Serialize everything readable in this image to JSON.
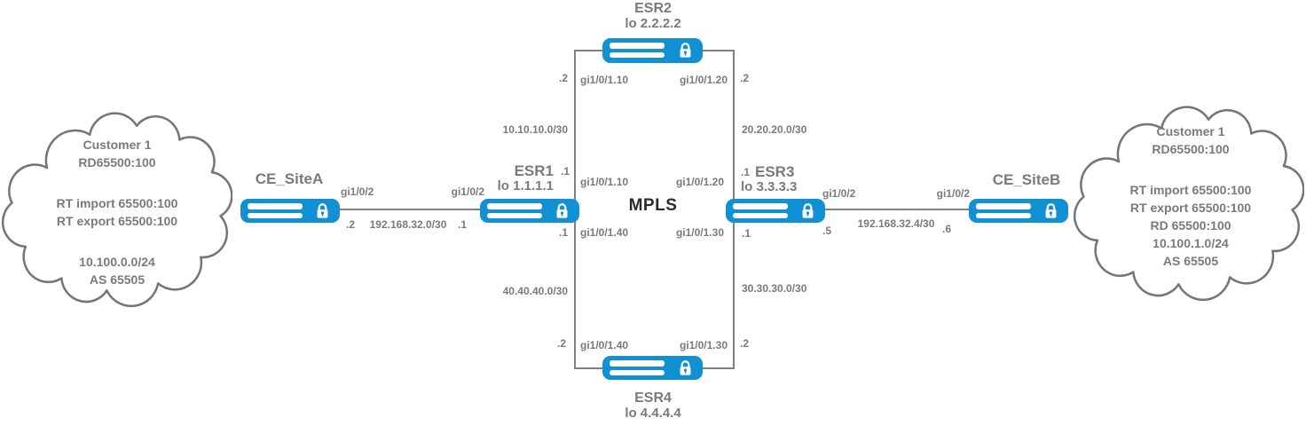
{
  "colors": {
    "router_blue": "#1191D4",
    "line_grey": "#808080",
    "text_grey": "#7a7a7a",
    "core_text": "#2b2b2b",
    "cloud_stroke": "#757575"
  },
  "core_label": "MPLS",
  "clouds": {
    "left": {
      "lines": [
        "Customer 1",
        "RD65500:100",
        "",
        "RT import 65500:100",
        "RT export 65500:100",
        "",
        "10.100.0.0/24",
        "AS 65505"
      ]
    },
    "right": {
      "lines": [
        "Customer 1",
        "RD65500:100",
        "",
        "RT import 65500:100",
        "RT export 65500:100",
        "RD 65500:100",
        "10.100.1.0/24",
        "AS 65505"
      ]
    }
  },
  "routers": {
    "ce_site_a": {
      "name": "CE_SiteA"
    },
    "ce_site_b": {
      "name": "CE_SiteB"
    },
    "esr1": {
      "name": "ESR1",
      "loopback": "lo 1.1.1.1"
    },
    "esr2": {
      "name": "ESR2",
      "loopback": "lo 2.2.2.2"
    },
    "esr3": {
      "name": "ESR3",
      "loopback": "lo 3.3.3.3"
    },
    "esr4": {
      "name": "ESR4",
      "loopback": "lo 4.4.4.4"
    }
  },
  "links": {
    "ce_a_esr1": {
      "iface_ce": "gi1/0/2",
      "iface_esr": "gi1/0/2",
      "ip_ce": ".2",
      "subnet": "192.168.32.0/30",
      "ip_esr": ".1"
    },
    "esr3_ce_b": {
      "iface_esr": "gi1/0/2",
      "iface_ce": "gi1/0/2",
      "ip_esr": ".5",
      "subnet": "192.168.32.4/30",
      "ip_ce": ".6"
    },
    "esr1_esr2": {
      "subnet": "10.10.10.0/30",
      "iface_esr1": "gi1/0/1.10",
      "ip_esr1": ".1",
      "iface_esr2": "gi1/0/1.10",
      "ip_esr2": ".2"
    },
    "esr2_esr3": {
      "subnet": "20.20.20.0/30",
      "iface_esr2": "gi1/0/1.20",
      "ip_esr2": ".2",
      "iface_esr3": "gi1/0/1.20",
      "ip_esr3": ".1"
    },
    "esr1_esr4": {
      "subnet": "40.40.40.0/30",
      "iface_esr1": "gi1/0/1.40",
      "ip_esr1": ".1",
      "iface_esr4": "gi1/0/1.40",
      "ip_esr4": ".2"
    },
    "esr4_esr3": {
      "subnet": "30.30.30.0/30",
      "iface_esr4": "gi1/0/1.30",
      "ip_esr4": ".2",
      "iface_esr3": "gi1/0/1.30",
      "ip_esr3": ".1"
    }
  }
}
